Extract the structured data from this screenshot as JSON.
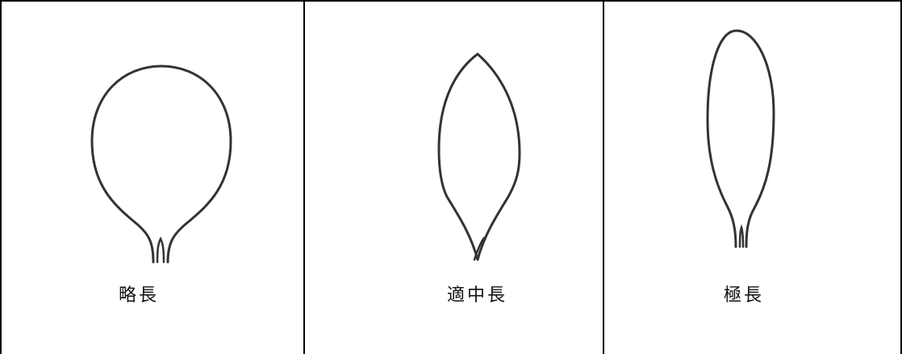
{
  "shapes": [
    {
      "id": "short",
      "label": "略長",
      "icon": "round-leaf-icon"
    },
    {
      "id": "medium",
      "label": "適中長",
      "icon": "lanceolate-leaf-icon"
    },
    {
      "id": "long",
      "label": "極長",
      "icon": "elongated-leaf-icon"
    }
  ],
  "colors": {
    "stroke": "#333333",
    "border": "#000000",
    "background": "#ffffff"
  }
}
